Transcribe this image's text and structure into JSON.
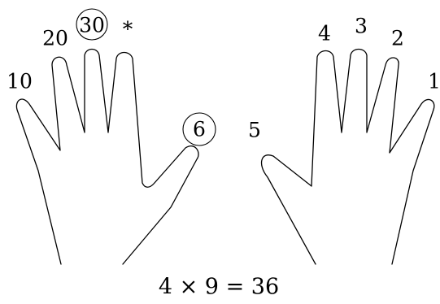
{
  "left_hand": {
    "fingers": [
      {
        "label": "10",
        "circled": false
      },
      {
        "label": "20",
        "circled": false
      },
      {
        "label": "30",
        "circled": true
      },
      {
        "label": "*",
        "circled": false
      },
      {
        "label": "6",
        "circled": true
      }
    ]
  },
  "right_hand": {
    "fingers": [
      {
        "label": "5",
        "circled": false
      },
      {
        "label": "4",
        "circled": false
      },
      {
        "label": "3",
        "circled": false
      },
      {
        "label": "2",
        "circled": false
      },
      {
        "label": "1",
        "circled": false
      }
    ]
  },
  "equation": "4 × 9 = 36"
}
